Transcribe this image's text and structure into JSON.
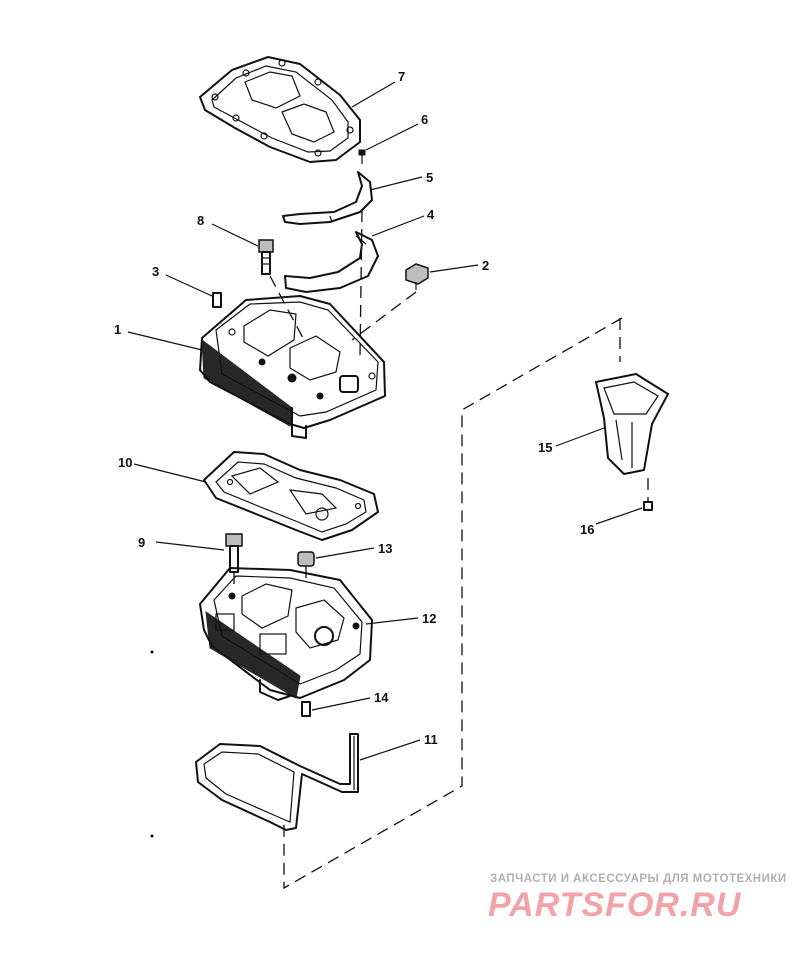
{
  "callouts": {
    "c1": "1",
    "c2": "2",
    "c3": "3",
    "c4": "4",
    "c5": "5",
    "c6": "6",
    "c7": "7",
    "c8": "8",
    "c9": "9",
    "c10": "10",
    "c11": "11",
    "c12": "12",
    "c13": "13",
    "c14": "14",
    "c15": "15",
    "c16": "16"
  },
  "watermark": {
    "tagline": "ЗАПЧАСТИ И АКСЕССУАРЫ ДЛЯ МОТОТЕХНИКИ",
    "logo": "PARTSFOR.RU"
  }
}
